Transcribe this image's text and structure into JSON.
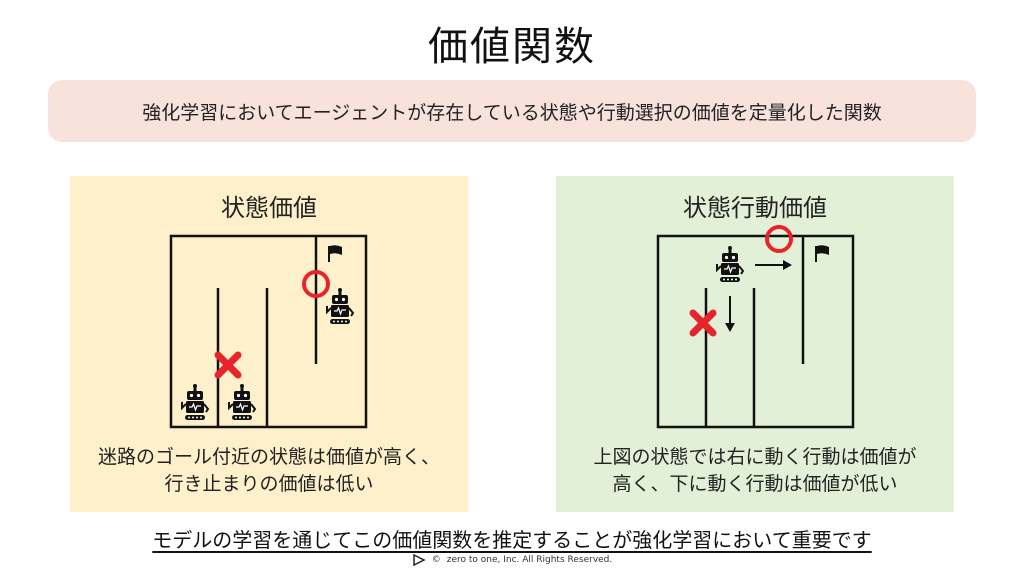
{
  "title": "価値関数",
  "definition": "強化学習においてエージェントが存在している状態や行動選択の価値を定量化した関数",
  "left_panel": {
    "title": "状態価値",
    "caption_line1": "迷路のゴール付近の状態は価値が高く、",
    "caption_line2": "行き止まりの価値は低い"
  },
  "right_panel": {
    "title": "状態行動価値",
    "caption_line1": "上図の状態では右に動く行動は価値が",
    "caption_line2": "高く、下に動く行動は価値が低い"
  },
  "conclusion": "モデルの学習を通じてこの価値関数を推定することが強化学習において重要です",
  "footer": {
    "copyright_symbol": "©",
    "text": "zero to one, Inc. All Rights Reserved."
  },
  "icons": {
    "good_marker": "circle-icon",
    "bad_marker": "cross-icon",
    "agent": "robot-icon",
    "goal": "flag-icon"
  },
  "colors": {
    "definition_bg": "#f9e2dc",
    "left_panel_bg": "#fdf0ca",
    "right_panel_bg": "#e3f0d8",
    "marker_red": "#e8242b"
  }
}
